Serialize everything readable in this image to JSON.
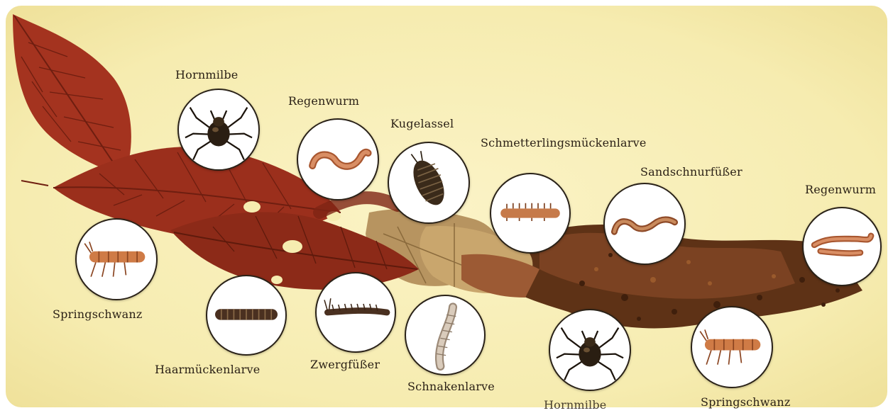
{
  "labels": {
    "hornmilbe_top": "Hornmilbe",
    "regenwurm_left": "Regenwurm",
    "kugelassel": "Kugelassel",
    "schmetterlingsmueckenlarve": "Schmetterlingsmückenlarve",
    "sandschnurfuesser": "Sandschnurfüßer",
    "regenwurm_right": "Regenwurm",
    "springschwanz_left": "Springschwanz",
    "haarmueckenlarve": "Haarmückenlarve",
    "zwergfuesser": "Zwergfüßer",
    "schnakenlarve": "Schnakenlarve",
    "hornmilbe_bottom": "Hornmilbe",
    "springschwanz_right": "Springschwanz"
  },
  "colors": {
    "background": "#f6ecb0",
    "leaf_red": "#a4331f",
    "leaf_dark": "#7e2414",
    "decayed_leaf": "#b79460",
    "humus": "#5e3216",
    "circle_fill": "#ffffff",
    "label_text": "#2b2116"
  },
  "icons": {
    "hornmilbe": "mite-icon",
    "regenwurm": "earthworm-icon",
    "kugelassel": "pill-bug-icon",
    "schmetterlingsmueckenlarve": "moth-fly-larva-icon",
    "sandschnurfuesser": "millipede-icon",
    "springschwanz": "springtail-icon",
    "haarmueckenlarve": "march-fly-larva-icon",
    "zwergfuesser": "symphylan-icon",
    "schnakenlarve": "crane-fly-larva-icon"
  }
}
